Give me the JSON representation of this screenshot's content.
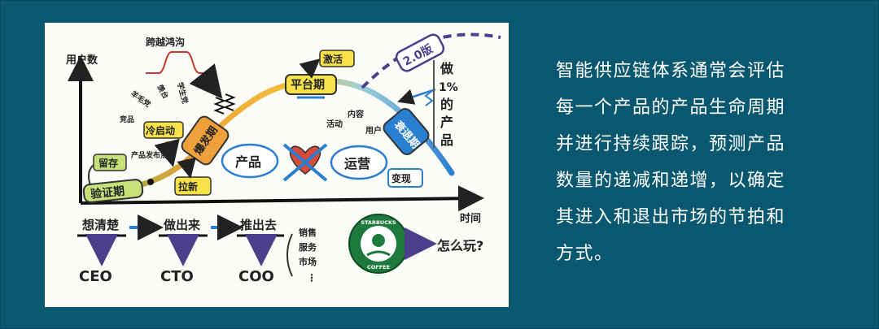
{
  "diagram": {
    "axis_y_label": "用户数",
    "axis_x_label": "时间",
    "stages": {
      "validation": "验证期",
      "explosion": "爆发期",
      "platform": "平台期",
      "decline": "衰退期",
      "version2": "2.0版"
    },
    "gulf": "跨越鸿沟",
    "retention": "留存",
    "launch": "产品发布点",
    "cold_start": "冷启动",
    "user_types": [
      "竞品",
      "羊毛党",
      "羡台",
      "学生党"
    ],
    "acquire": "拉新",
    "activate": "激活",
    "monetize": "变现",
    "ops_items": [
      "活动",
      "内容",
      "用户"
    ],
    "product": "产品",
    "operation": "运营",
    "note_do": "做",
    "note_pct": "1%",
    "note_de": "的",
    "note_product": "产品",
    "flow": [
      {
        "step": "想清楚",
        "role": "CEO"
      },
      {
        "step": "做出来",
        "role": "CTO"
      },
      {
        "step": "推出去",
        "role": "COO"
      }
    ],
    "channels": [
      "销售",
      "服务",
      "市场",
      "⋮"
    ],
    "brand_logo_text": "STARBUCKS COFFEE",
    "question": "怎么玩?"
  },
  "description_lines": [
    "智能供应链体系通常会评估",
    "每一个产品的产品生命周期",
    "并进行持续跟踪，预测产品",
    "数量的递减和递增，以确定",
    "其进入和退出市场的节拍和",
    "方式。"
  ],
  "colors": {
    "background": "#0a5870",
    "panel": "#fbfbf7",
    "text": "#ffffff",
    "yellow": "#f7e24a",
    "green": "#c7e07a",
    "purple": "#4b3f8c",
    "curve_orange": "#f0a03a",
    "curve_blue": "#2a7fd0"
  }
}
